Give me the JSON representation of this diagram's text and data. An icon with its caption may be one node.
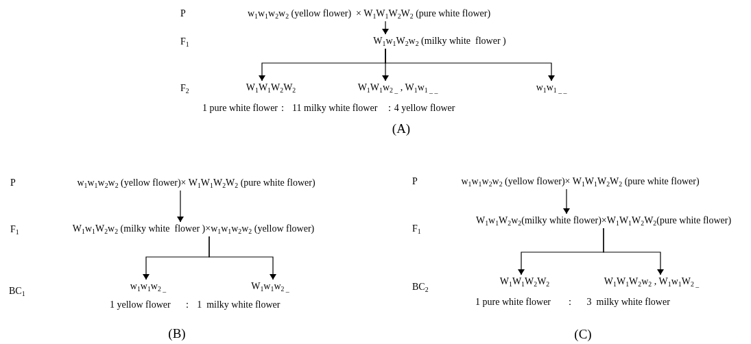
{
  "diagram": {
    "nodes": [
      {
        "text": [
          "w$_{1}$w$_{1}$w$_{2}$w$_{2}$ (yellow flower)  × W$_{1}$W$_{1}$W$_{2}$W$_{2}$ (pure white flower)"
        ]
      },
      {
        "text": [
          "W$_{1}$w$_{1}$W$_{2}$w$_{2}$ (milky white  flower )"
        ]
      },
      {
        "text": [
          "W$_{1}$W$_{1}$W$_{2}$W$_{2}$"
        ]
      },
      {
        "text": [
          "W$_{1}$W$_{1}$w$_{2 _}$ , W$_{1}$w$_{1 _ _}$"
        ]
      },
      {
        "text": [
          "w$_{1}$w$_{1 _ _}$"
        ]
      },
      {
        "text": [
          "w$_{1}$w$_{1}$w$_{2}$w$_{2}$ (yellow flower)× W$_{1}$W$_{1}$W$_{2}$W$_{2}$ (pure white flower)"
        ]
      },
      {
        "text": [
          "W$_{1}$w$_{1}$W$_{2}$w$_{2}$ (milky white  flower )×w$_{1}$w$_{1}$w$_{2}$w$_{2}$ (yellow flower)"
        ]
      },
      {
        "text": [
          "w$_{1}$w$_{1}$w$_{2 _}$"
        ]
      },
      {
        "text": [
          "W$_{1}$w$_{1}$w$_{2 _}$"
        ]
      },
      {
        "text": [
          "w$_{1}$w$_{1}$w$_{2}$w$_{2}$ (yellow flower)× W$_{1}$W$_{1}$W$_{2}$W$_{2}$ (pure white flower)"
        ]
      },
      {
        "text": [
          "W$_{1}$w$_{1}$W$_{2}$w$_{2}$(milky white flower)×W$_{1}$W$_{1}$W$_{2}$W$_{2}$(pure white flower)"
        ]
      },
      {
        "text": [
          "W$_{1}$W$_{1}$W$_{2}$W$_{2}$"
        ]
      },
      {
        "text": [
          "W$_{1}$W$_{1}$W$_{2}$w$_{2}$ , W$_{1}$w$_{1}$W$_{2 _}$"
        ]
      }
    ],
    "edges": [
      {
        "from": 0,
        "to": 1,
        "arrow": "to"
      },
      {
        "from": 1,
        "to": 2,
        "arrow": "to"
      },
      {
        "from": 1,
        "to": 3,
        "arrow": "to"
      },
      {
        "from": 1,
        "to": 4,
        "arrow": "to"
      },
      {
        "from": 5,
        "to": 6,
        "arrow": "to"
      },
      {
        "from": 6,
        "to": 7,
        "arrow": "to"
      },
      {
        "from": 6,
        "to": 8,
        "arrow": "to"
      },
      {
        "from": 9,
        "to": 10,
        "arrow": "to"
      },
      {
        "from": 10,
        "to": 11,
        "arrow": "to"
      },
      {
        "from": 10,
        "to": 12,
        "arrow": "to"
      }
    ],
    "labels": [
      "P",
      "F$_{1}$",
      "F$_{2}$",
      "1 pure white flower：  11 milky white flower   ：4 yellow flower",
      "(A)",
      "P",
      "P",
      "F$_{1}$",
      "F$_{1}$",
      "BC$_{1}$",
      "BC$_{2}$",
      "1 yellow flower     ：  1  milky white flower",
      "1 pure white flower      ：     3  milky white flower",
      "(B)",
      "(C)"
    ]
  }
}
